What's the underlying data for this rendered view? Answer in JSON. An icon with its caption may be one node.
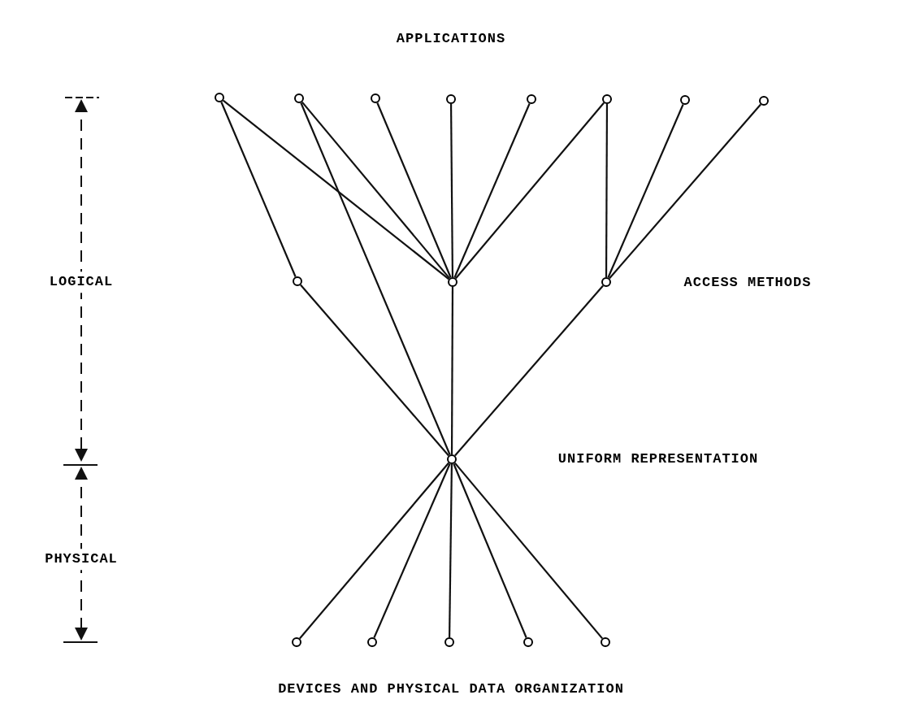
{
  "diagram": {
    "nodes": [
      {
        "text": [],
        "shape": "circle"
      },
      {
        "text": [],
        "shape": "circle"
      },
      {
        "text": [],
        "shape": "circle"
      },
      {
        "text": [],
        "shape": "circle"
      },
      {
        "text": [],
        "shape": "circle"
      },
      {
        "text": [],
        "shape": "circle"
      },
      {
        "text": [],
        "shape": "circle"
      },
      {
        "text": [],
        "shape": "circle"
      },
      {
        "text": [],
        "shape": "circle"
      },
      {
        "text": [],
        "shape": "circle"
      },
      {
        "text": [],
        "shape": "circle"
      },
      {
        "text": [],
        "shape": "circle"
      },
      {
        "text": [],
        "shape": "circle"
      },
      {
        "text": [],
        "shape": "circle"
      },
      {
        "text": [],
        "shape": "circle"
      },
      {
        "text": [],
        "shape": "circle"
      },
      {
        "text": [],
        "shape": "circle"
      }
    ],
    "edges": [
      {
        "from": 0,
        "to": 8,
        "arrow": "none"
      },
      {
        "from": 0,
        "to": 9,
        "arrow": "none"
      },
      {
        "from": 1,
        "to": 9,
        "arrow": "none"
      },
      {
        "from": 1,
        "to": 11,
        "arrow": "none"
      },
      {
        "from": 2,
        "to": 9,
        "arrow": "none"
      },
      {
        "from": 3,
        "to": 9,
        "arrow": "none"
      },
      {
        "from": 4,
        "to": 9,
        "arrow": "none"
      },
      {
        "from": 5,
        "to": 9,
        "arrow": "none"
      },
      {
        "from": 5,
        "to": 10,
        "arrow": "none"
      },
      {
        "from": 6,
        "to": 10,
        "arrow": "none"
      },
      {
        "from": 7,
        "to": 10,
        "arrow": "none"
      },
      {
        "from": 8,
        "to": 11,
        "arrow": "none"
      },
      {
        "from": 9,
        "to": 11,
        "arrow": "none"
      },
      {
        "from": 10,
        "to": 11,
        "arrow": "none"
      },
      {
        "from": 11,
        "to": 12,
        "arrow": "none"
      },
      {
        "from": 11,
        "to": 13,
        "arrow": "none"
      },
      {
        "from": 11,
        "to": 14,
        "arrow": "none"
      },
      {
        "from": 11,
        "to": 15,
        "arrow": "none"
      },
      {
        "from": 11,
        "to": 16,
        "arrow": "none"
      }
    ],
    "labels": [
      "APPLICATIONS",
      "LOGICAL",
      "ACCESS METHODS",
      "UNIFORM REPRESENTATION",
      "PHYSICAL",
      "DEVICES AND PHYSICAL DATA ORGANIZATION"
    ]
  }
}
